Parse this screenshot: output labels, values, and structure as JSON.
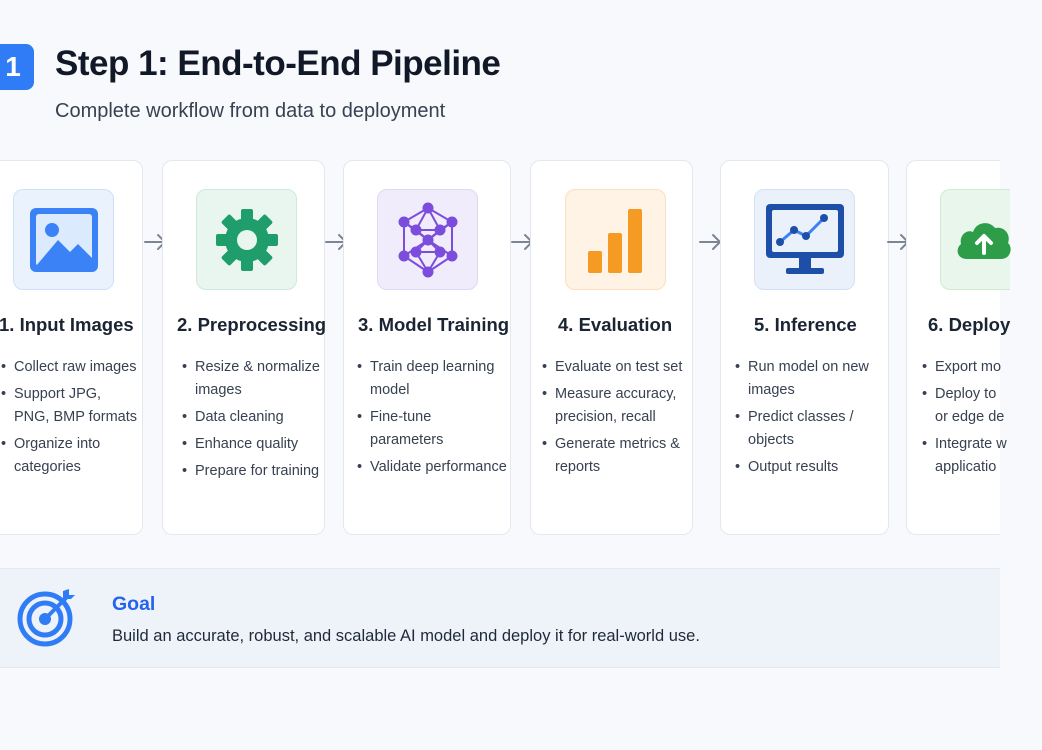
{
  "header": {
    "step_number": "1",
    "title": "Step 1: End-to-End Pipeline",
    "subtitle": "Complete workflow from data to deployment"
  },
  "steps": [
    {
      "title": "1. Input Images",
      "icon": "image-icon",
      "accent": "#3b82f6",
      "bullets": [
        "Collect raw images",
        "Support JPG, PNG, BMP formats",
        "Organize into categories"
      ]
    },
    {
      "title": "2. Preprocessing",
      "icon": "gear-icon",
      "accent": "#1f9d6b",
      "bullets": [
        "Resize & normalize images",
        "Data cleaning",
        "Enhance quality",
        "Prepare for training"
      ]
    },
    {
      "title": "3. Model Training",
      "icon": "neural-network-icon",
      "accent": "#7c4ddc",
      "bullets": [
        "Train deep learning model",
        "Fine-tune parameters",
        "Validate performance"
      ]
    },
    {
      "title": "4. Evaluation",
      "icon": "bar-chart-icon",
      "accent": "#f59a23",
      "bullets": [
        "Evaluate on test set",
        "Measure accuracy, precision, recall",
        "Generate metrics & reports"
      ]
    },
    {
      "title": "5. Inference",
      "icon": "monitor-chart-icon",
      "accent": "#1e4fa8",
      "bullets": [
        "Run model on new images",
        "Predict classes / objects",
        "Output results"
      ]
    },
    {
      "title": "6. Deploy",
      "icon": "cloud-upload-icon",
      "accent": "#2e9d4a",
      "bullets": [
        "Export mo",
        "Deploy to",
        "or edge de",
        "Integrate w",
        "applicatio"
      ]
    }
  ],
  "goal": {
    "icon": "target-icon",
    "title": "Goal",
    "text": "Build an accurate, robust, and scalable AI model and deploy it for real-world use."
  }
}
